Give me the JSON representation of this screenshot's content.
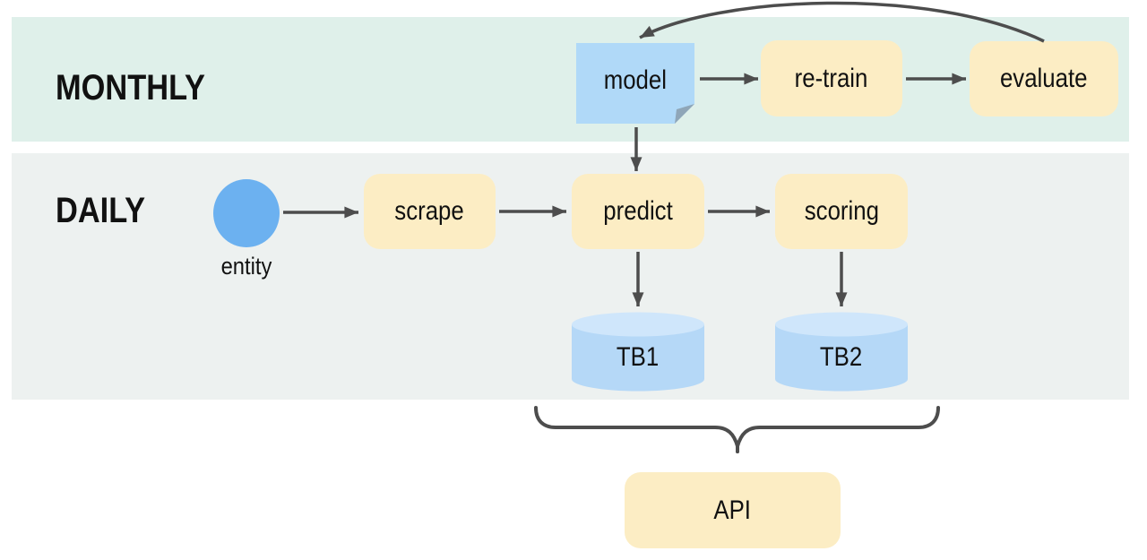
{
  "diagram": {
    "lanes": [
      {
        "id": "monthly",
        "label": "MONTHLY"
      },
      {
        "id": "daily",
        "label": "DAILY"
      }
    ],
    "nodes": {
      "model": {
        "label": "model",
        "shape": "note"
      },
      "retrain": {
        "label": "re-train",
        "shape": "process"
      },
      "evaluate": {
        "label": "evaluate",
        "shape": "process"
      },
      "entity": {
        "label": "entity",
        "shape": "circle"
      },
      "scrape": {
        "label": "scrape",
        "shape": "process"
      },
      "predict": {
        "label": "predict",
        "shape": "process"
      },
      "scoring": {
        "label": "scoring",
        "shape": "process"
      },
      "tb1": {
        "label": "TB1",
        "shape": "database"
      },
      "tb2": {
        "label": "TB2",
        "shape": "database"
      },
      "api": {
        "label": "API",
        "shape": "process"
      }
    },
    "edges": [
      {
        "from": "model",
        "to": "re-train"
      },
      {
        "from": "re-train",
        "to": "evaluate"
      },
      {
        "from": "evaluate",
        "to": "model",
        "style": "curved-return"
      },
      {
        "from": "model",
        "to": "predict"
      },
      {
        "from": "entity",
        "to": "scrape"
      },
      {
        "from": "scrape",
        "to": "predict"
      },
      {
        "from": "predict",
        "to": "scoring"
      },
      {
        "from": "predict",
        "to": "TB1"
      },
      {
        "from": "scoring",
        "to": "TB2"
      },
      {
        "from": "TB1+TB2",
        "to": "API",
        "style": "brace"
      }
    ]
  },
  "colors": {
    "lane_monthly": "#dff0ea",
    "lane_daily": "#edf1f0",
    "process_fill": "#fcedc4",
    "note_fill": "#b0d9f8",
    "note_fold": "#8fa6b8",
    "entity_fill": "#6cb1f0",
    "db_fill": "#b5d8f7",
    "db_top": "#cfe6fb",
    "arrow": "#4d4d4d",
    "text": "#111111"
  }
}
